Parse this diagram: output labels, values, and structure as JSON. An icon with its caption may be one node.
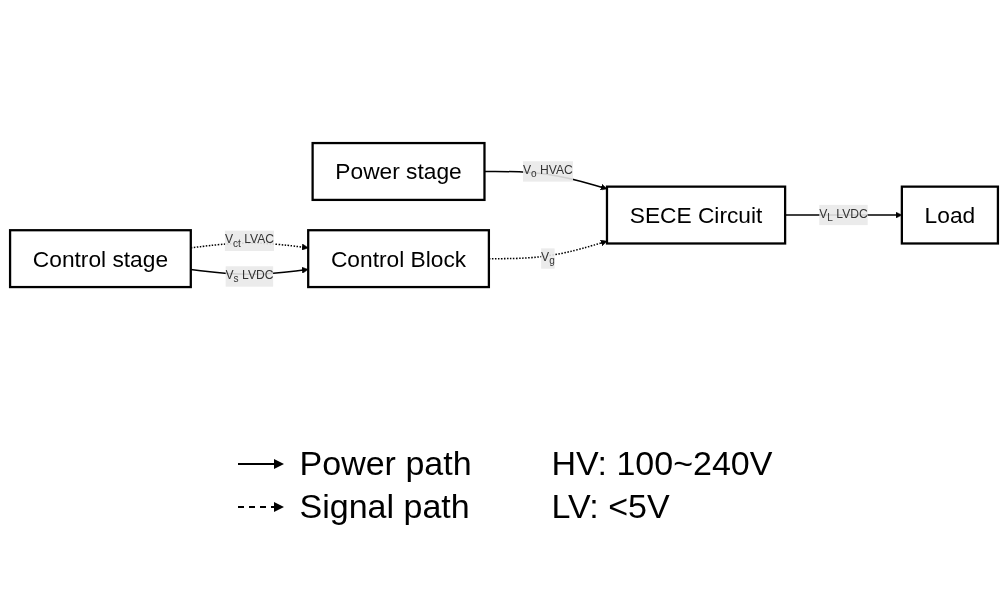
{
  "diagram": {
    "nodes": [
      {
        "text": [
          "Power stage"
        ]
      },
      {
        "text": [
          "SECE Circuit"
        ]
      },
      {
        "text": [
          "Load"
        ]
      },
      {
        "text": [
          "Control stage"
        ]
      },
      {
        "text": [
          "Control Block"
        ]
      }
    ],
    "edges": [
      {
        "from": 0,
        "to": 1,
        "arrow": "to",
        "label": "V$_{o}$ HVAC"
      },
      {
        "from": 1,
        "to": 2,
        "arrow": "to",
        "label": "V$_{L}$ LVDC"
      },
      {
        "from": 4,
        "to": 1,
        "arrow": "to",
        "label": "V$_{g}$",
        "style": "dashed"
      },
      {
        "from": 3,
        "to": 4,
        "arrow": "to",
        "label": "V$_{ct}$ LVAC",
        "style": "dashed"
      },
      {
        "from": 3,
        "to": 4,
        "arrow": "to",
        "label": "V$_{s}$ LVDC"
      }
    ],
    "labels": [
      "HV: 100~240V",
      "LV: <5V"
    ],
    "legend": [
      {
        "text": "Power path"
      },
      {
        "text": "Signal path"
      }
    ]
  }
}
